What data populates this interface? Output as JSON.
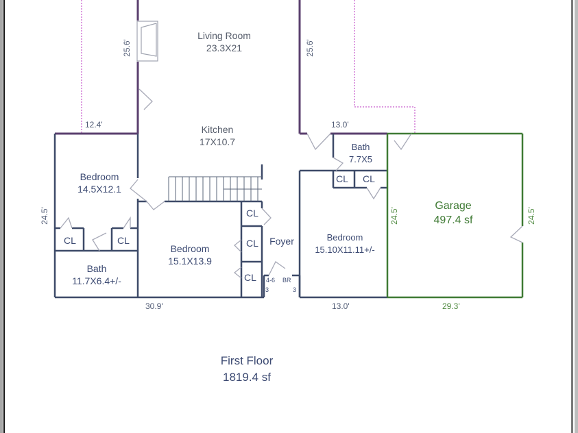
{
  "plan": {
    "title": "First Floor",
    "total_area": "1819.4 sf"
  },
  "rooms": {
    "living_room": {
      "name": "Living Room",
      "size": "23.3X21"
    },
    "kitchen": {
      "name": "Kitchen",
      "size": "17X10.7"
    },
    "bedroom_left": {
      "name": "Bedroom",
      "size": "14.5X12.1"
    },
    "bath_left": {
      "name": "Bath",
      "size": "11.7X6.4+/-"
    },
    "bedroom_center": {
      "name": "Bedroom",
      "size": "15.1X13.9"
    },
    "foyer": {
      "name": "Foyer"
    },
    "bath_right": {
      "name": "Bath",
      "size": "7.7X5"
    },
    "bedroom_right": {
      "name": "Bedroom",
      "size": "15.10X11.11+/-"
    },
    "garage": {
      "name": "Garage",
      "area": "497.4 sf"
    },
    "closet_label": "CL",
    "small_labels": {
      "left": "4-6",
      "right": "BR"
    }
  },
  "dimensions": {
    "living_left": "25.6'",
    "living_right": "25.6'",
    "top_left": "12.4'",
    "top_right": "13.0'",
    "left_side": "24.5'",
    "bottom_left": "30.9'",
    "bottom_right": "13.0'",
    "garage_left": "24.5'",
    "garage_right": "24.5'",
    "garage_bottom": "29.3'",
    "foyer_small_a": "3",
    "foyer_small_b": "3"
  },
  "colors": {
    "wall": "#3d4a68",
    "living_wall": "#5a3f6e",
    "garage_wall": "#3f7a34",
    "dotted_outline": "#d27ad6",
    "door": "#a8aab8"
  }
}
